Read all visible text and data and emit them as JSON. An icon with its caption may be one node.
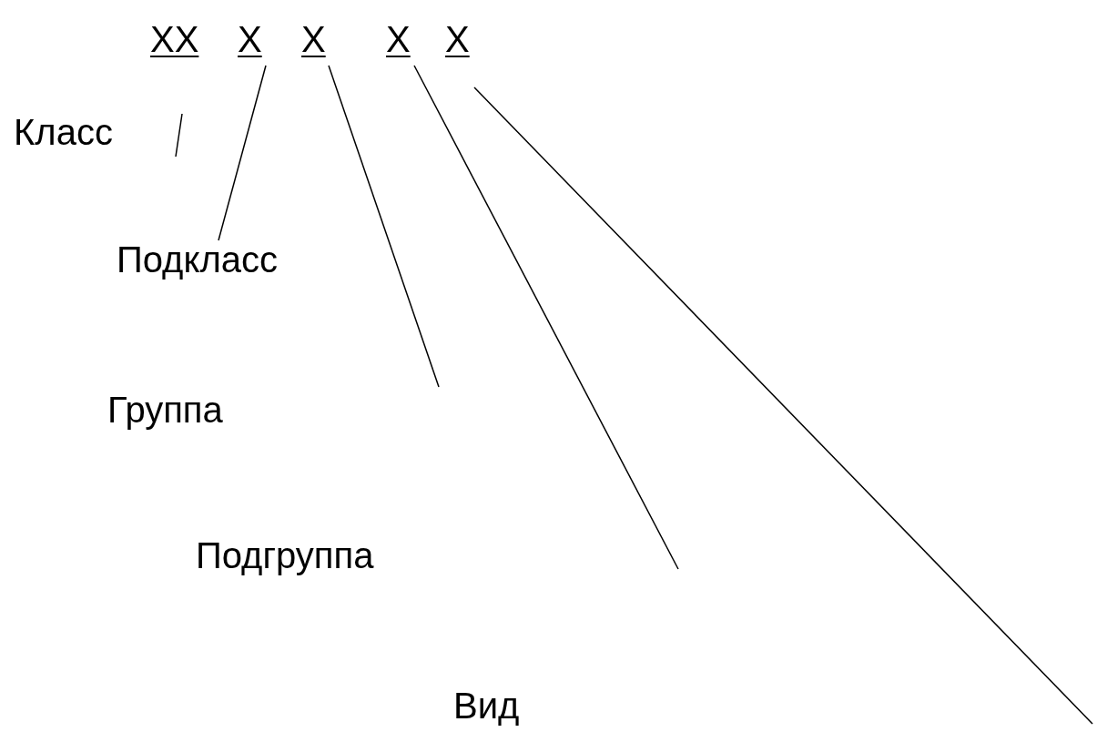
{
  "diagram": {
    "nodes": [
      {
        "text": [
          "XX"
        ]
      },
      {
        "text": [
          "X"
        ]
      },
      {
        "text": [
          "X"
        ]
      },
      {
        "text": [
          "X"
        ]
      },
      {
        "text": [
          "X"
        ]
      },
      {
        "text": [
          "Класс"
        ]
      },
      {
        "text": [
          "Подкласс"
        ]
      },
      {
        "text": [
          "Группа"
        ]
      },
      {
        "text": [
          "Подгруппа"
        ]
      },
      {
        "text": [
          "Вид"
        ]
      }
    ],
    "edges": [
      {
        "from": 1,
        "to": 6,
        "arrow": "none"
      },
      {
        "from": 2,
        "to": null,
        "arrow": "none"
      },
      {
        "from": 3,
        "to": null,
        "arrow": "none"
      },
      {
        "from": 4,
        "to": null,
        "arrow": "none"
      }
    ]
  }
}
